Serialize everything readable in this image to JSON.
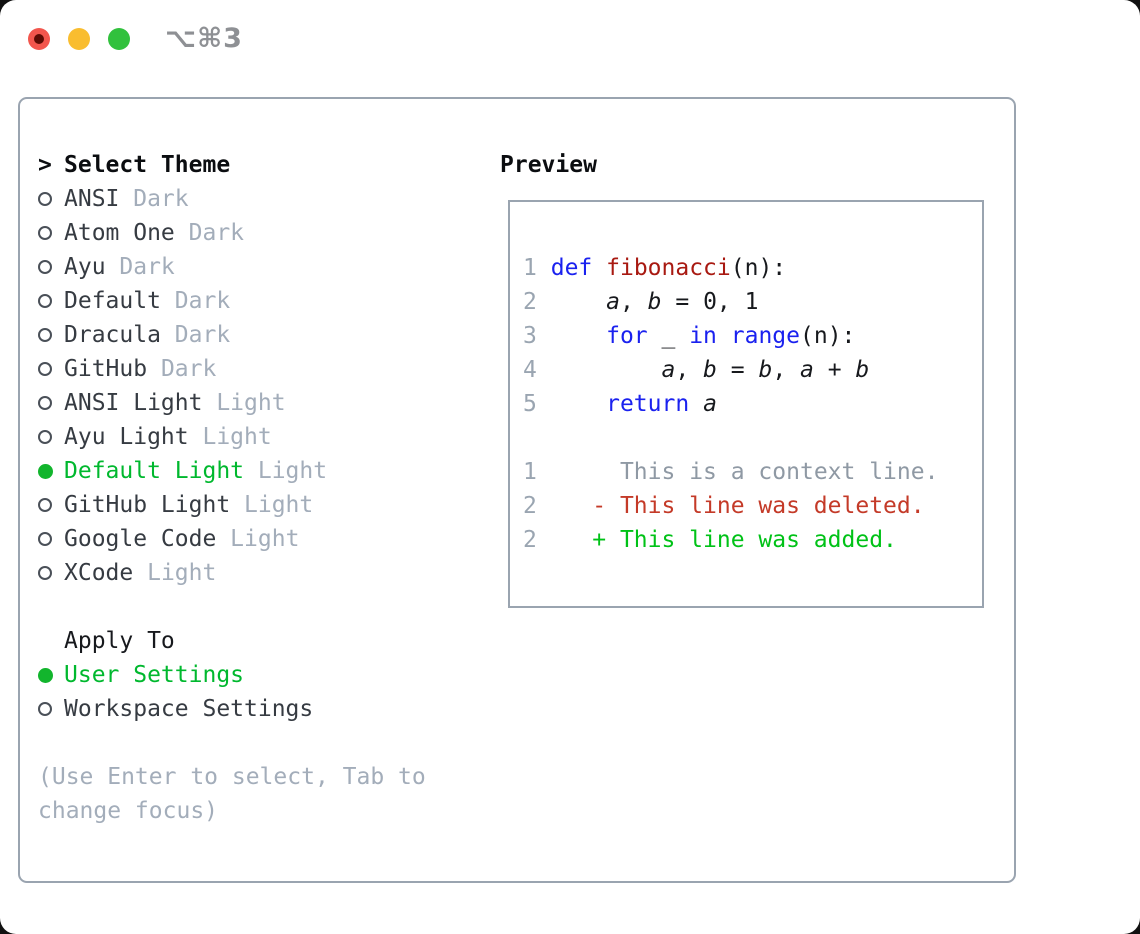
{
  "window": {
    "title": "⌥⌘3"
  },
  "selector": {
    "header": {
      "prompt": ">",
      "label": "Select Theme"
    },
    "themes": [
      {
        "name": "ANSI",
        "variant": "Dark",
        "selected": false
      },
      {
        "name": "Atom One",
        "variant": "Dark",
        "selected": false
      },
      {
        "name": "Ayu",
        "variant": "Dark",
        "selected": false
      },
      {
        "name": "Default",
        "variant": "Dark",
        "selected": false
      },
      {
        "name": "Dracula",
        "variant": "Dark",
        "selected": false
      },
      {
        "name": "GitHub",
        "variant": "Dark",
        "selected": false
      },
      {
        "name": "ANSI Light",
        "variant": "Light",
        "selected": false
      },
      {
        "name": "Ayu Light",
        "variant": "Light",
        "selected": false
      },
      {
        "name": "Default Light",
        "variant": "Light",
        "selected": true
      },
      {
        "name": "GitHub Light",
        "variant": "Light",
        "selected": false
      },
      {
        "name": "Google Code",
        "variant": "Light",
        "selected": false
      },
      {
        "name": "XCode",
        "variant": "Light",
        "selected": false
      }
    ],
    "apply_to": {
      "label": "Apply To",
      "options": [
        {
          "name": "User Settings",
          "selected": true
        },
        {
          "name": "Workspace Settings",
          "selected": false
        }
      ]
    },
    "hint_lines": [
      "(Use Enter to select, Tab to",
      "change focus)"
    ]
  },
  "preview": {
    "label": "Preview",
    "lines": [
      [
        [
          "n",
          "1"
        ],
        [
          "p",
          " "
        ],
        [
          "k",
          "def"
        ],
        [
          "p",
          " "
        ],
        [
          "f",
          "fibonacci"
        ],
        [
          "p",
          "(n):"
        ]
      ],
      [
        [
          "n",
          "2"
        ],
        [
          "p",
          "     "
        ],
        [
          "v",
          "a"
        ],
        [
          "p",
          ", "
        ],
        [
          "v",
          "b"
        ],
        [
          "p",
          " = 0, 1"
        ]
      ],
      [
        [
          "n",
          "3"
        ],
        [
          "p",
          "     "
        ],
        [
          "k",
          "for"
        ],
        [
          "p",
          " _ "
        ],
        [
          "k",
          "in"
        ],
        [
          "p",
          " "
        ],
        [
          "k",
          "range"
        ],
        [
          "p",
          "(n):"
        ]
      ],
      [
        [
          "n",
          "4"
        ],
        [
          "p",
          "         "
        ],
        [
          "v",
          "a"
        ],
        [
          "p",
          ", "
        ],
        [
          "v",
          "b"
        ],
        [
          "p",
          " = "
        ],
        [
          "v",
          "b"
        ],
        [
          "p",
          ", "
        ],
        [
          "v",
          "a"
        ],
        [
          "p",
          " + "
        ],
        [
          "v",
          "b"
        ]
      ],
      [
        [
          "n",
          "5"
        ],
        [
          "p",
          "     "
        ],
        [
          "k",
          "return"
        ],
        [
          "p",
          " "
        ],
        [
          "v",
          "a"
        ]
      ],
      [],
      [
        [
          "n",
          "1"
        ],
        [
          "p",
          "      "
        ],
        [
          "c",
          "This is a context line."
        ]
      ],
      [
        [
          "n",
          "2"
        ],
        [
          "p",
          "    "
        ],
        [
          "d",
          "- This line was deleted."
        ]
      ],
      [
        [
          "n",
          "2"
        ],
        [
          "p",
          "    "
        ],
        [
          "a",
          "+ This line was added."
        ]
      ]
    ]
  },
  "colors": {
    "accent_green": "#00b82e",
    "bullet_green": "#12b52d",
    "keyword_blue": "#1a21ef",
    "function_red": "#a81911",
    "deleted_red": "#c43a28",
    "added_green": "#00c217",
    "muted_gray": "#a3adba",
    "border_gray": "#9aa4b0",
    "traffic_red": "#f2564d",
    "traffic_yellow": "#f9bd2f",
    "traffic_green": "#31c13d"
  }
}
